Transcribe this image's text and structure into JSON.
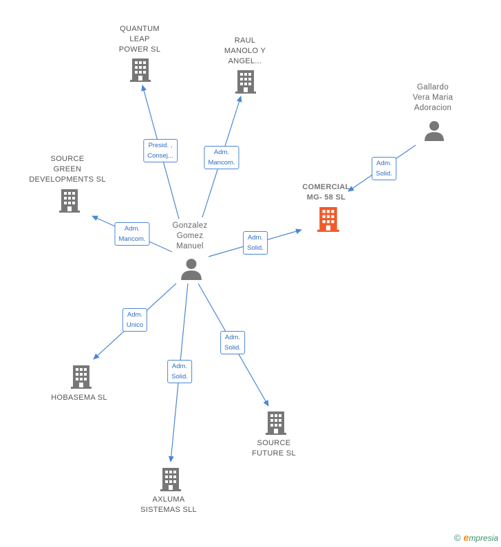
{
  "colors": {
    "edge": "#4a86d4",
    "company": "#777777",
    "main_company": "#f05a28",
    "person": "#777777"
  },
  "nodes": {
    "quantum": {
      "label": [
        "QUANTUM",
        "LEAP",
        "POWER SL"
      ],
      "icon": "building-icon"
    },
    "raul": {
      "label": [
        "RAUL",
        "MANOLO Y",
        "ANGEL..."
      ],
      "icon": "building-icon"
    },
    "gallardo": {
      "label": [
        "Gallardo",
        "Vera Maria",
        "Adoracion"
      ],
      "icon": "person-icon"
    },
    "source_green": {
      "label": [
        "SOURCE",
        "GREEN",
        "DEVELOPMENTS SL"
      ],
      "icon": "building-icon"
    },
    "comercial": {
      "label": [
        "COMERCIAL",
        "MG- 58  SL"
      ],
      "icon": "building-icon"
    },
    "gonzalez": {
      "label": [
        "Gonzalez",
        "Gomez",
        "Manuel"
      ],
      "icon": "person-icon"
    },
    "hobasema": {
      "label": [
        "HOBASEMA  SL"
      ],
      "icon": "building-icon"
    },
    "axluma": {
      "label": [
        "AXLUMA",
        "SISTEMAS SLL"
      ],
      "icon": "building-icon"
    },
    "source_future": {
      "label": [
        "SOURCE",
        "FUTURE SL"
      ],
      "icon": "building-icon"
    }
  },
  "edges": {
    "quantum": [
      "Presid. ,",
      "Consej..."
    ],
    "raul": [
      "Adm.",
      "Mancom."
    ],
    "source_green": [
      "Adm.",
      "Mancom."
    ],
    "comercial": [
      "Adm.",
      "Solid."
    ],
    "gallardo": [
      "Adm.",
      "Solid."
    ],
    "hobasema": [
      "Adm.",
      "Unico"
    ],
    "axluma": [
      "Adm.",
      "Solid."
    ],
    "source_future": [
      "Adm.",
      "Solid."
    ]
  },
  "footer": {
    "copyright": "©",
    "brand_initial": "e",
    "brand_rest": "mpresia"
  }
}
